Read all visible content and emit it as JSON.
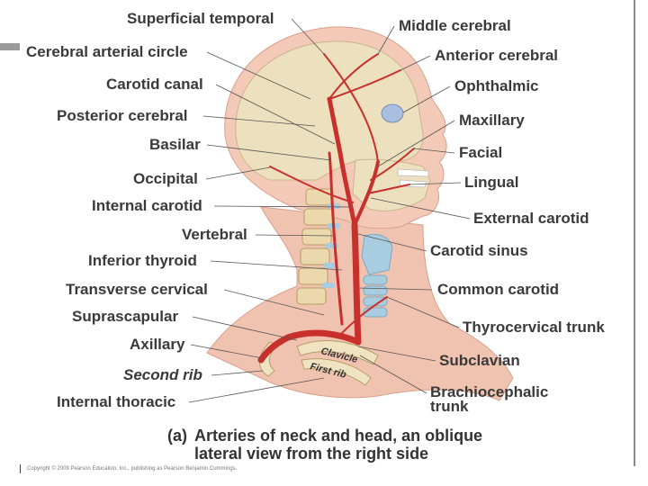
{
  "figure": {
    "caption_letter": "(a)",
    "caption_line1": "Arteries of neck and head, an oblique",
    "caption_line2": "lateral view from the right side",
    "copyright": "Copyright © 2009 Pearson Education, Inc., publishing as Pearson Benjamin Cummings."
  },
  "labels_left": [
    "Superficial temporal",
    "Cerebral arterial circle",
    "Carotid canal",
    "Posterior cerebral",
    "Basilar",
    "Occipital",
    "Internal carotid",
    "Vertebral",
    "Inferior thyroid",
    "Transverse cervical",
    "Suprascapular",
    "Axillary",
    "Second rib",
    "Internal thoracic"
  ],
  "labels_right": [
    "Middle cerebral",
    "Anterior cerebral",
    "Ophthalmic",
    "Maxillary",
    "Facial",
    "Lingual",
    "External carotid",
    "Carotid sinus",
    "Common carotid",
    "Thyrocervical trunk",
    "Subclavian",
    "Brachiocephalic",
    "trunk"
  ],
  "bone_labels": {
    "clavicle": "Clavicle",
    "first_rib": "First rib"
  },
  "colors": {
    "skin": "#f2c9b8",
    "bone": "#efe3c2",
    "artery": "#c8302c",
    "cartilage": "#a9cde0",
    "label_text": "#3a3a3a",
    "leader_line": "#555555"
  }
}
